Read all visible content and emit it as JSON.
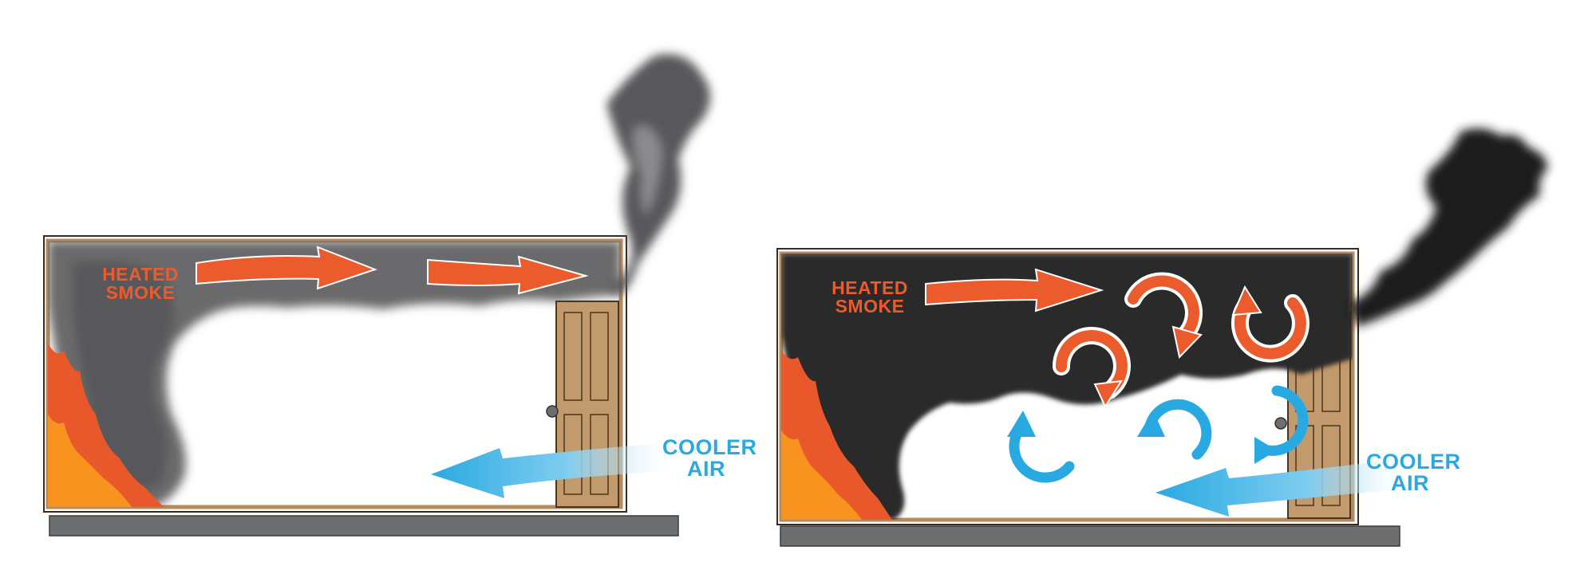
{
  "colors": {
    "hot_arrow": "#ec5b2b",
    "cool_arrow": "#29a9e1",
    "smoke_light": "#6b6b6c",
    "smoke_dark": "#2a2a2a",
    "wall": "#b58a5e",
    "door": "#c39a6b",
    "floor": "#6d6e70",
    "fire_outer": "#e8582a",
    "fire_inner": "#f7931e"
  },
  "left_room": {
    "heated_line1": "HEATED",
    "heated_line2": "SMOKE",
    "cooler_line1": "COOLER",
    "cooler_line2": "AIR"
  },
  "right_room": {
    "heated_line1": "HEATED",
    "heated_line2": "SMOKE",
    "cooler_line1": "COOLER",
    "cooler_line2": "AIR"
  }
}
